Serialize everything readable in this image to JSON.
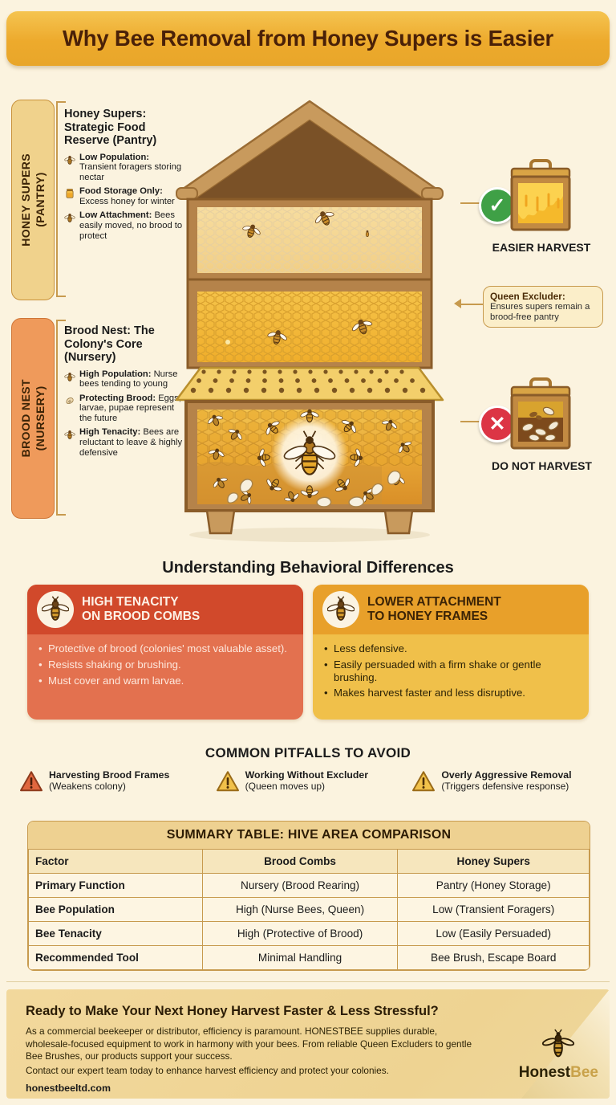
{
  "title": "Why Bee Removal from Honey Supers is Easier",
  "colors": {
    "banner_start": "#f5c451",
    "banner_end": "#e8a62a",
    "background": "#fbf3df",
    "red_card_header": "#d1492b",
    "red_card_body": "#e3714f",
    "orange_card_header": "#e8a02a",
    "orange_card_body": "#f0c04a",
    "supers_tab": "#f0d28c",
    "brood_tab": "#ef9a5b",
    "success_green": "#3fa046",
    "danger_red": "#dc3545",
    "border_gold": "#c79a4e"
  },
  "sections": {
    "supers": {
      "tab_label": "HONEY SUPERS\n(PANTRY)",
      "tab_line1": "HONEY SUPERS",
      "tab_line2": "(PANTRY)",
      "heading": "Honey Supers: Strategic Food Reserve (Pantry)",
      "bullets": [
        {
          "icon": "bee-icon",
          "title": "Low Population:",
          "text": "Transient foragers storing nectar"
        },
        {
          "icon": "honey-jar-icon",
          "title": "Food Storage Only:",
          "text": "Excess honey for winter"
        },
        {
          "icon": "bee-icon",
          "title": "Low Attachment:",
          "text": "Bees easily moved, no brood to protect"
        }
      ]
    },
    "brood": {
      "tab_line1": "BROOD NEST",
      "tab_line2": "(NURSERY)",
      "heading": "Brood Nest: The Colony's Core (Nursery)",
      "bullets": [
        {
          "icon": "bee-icon",
          "title": "High Population:",
          "text": "Nurse bees tending to young"
        },
        {
          "icon": "larva-icon",
          "title": "Protecting Brood:",
          "text": "Eggs, larvae, pupae represent the future"
        },
        {
          "icon": "bee-icon",
          "title": "High Tenacity:",
          "text": "Bees are reluctant to leave & highly defensive"
        }
      ]
    }
  },
  "right_callouts": {
    "easier_harvest_label": "EASIER HARVEST",
    "easier_harvest_badge": "✓",
    "do_not_harvest_label": "DO NOT HARVEST",
    "do_not_harvest_badge": "✕",
    "queen_excluder_title": "Queen Excluder:",
    "queen_excluder_body": "Ensures supers remain a brood-free pantry"
  },
  "behavioral": {
    "heading": "Understanding Behavioral Differences",
    "cards": [
      {
        "icon": "bee-icon",
        "title_line1": "HIGH TENACITY",
        "title_line2": "ON BROOD COMBS",
        "bullets": [
          "Protective of brood (colonies' most valuable asset).",
          "Resists shaking or brushing.",
          "Must cover and warm larvae."
        ]
      },
      {
        "icon": "bee-icon",
        "title_line1": "LOWER ATTACHMENT",
        "title_line2": "TO HONEY FRAMES",
        "bullets": [
          "Less defensive.",
          "Easily persuaded with a firm shake or gentle brushing.",
          "Makes harvest faster and less disruptive."
        ]
      }
    ]
  },
  "pitfalls": {
    "heading": "COMMON PITFALLS TO AVOID",
    "items": [
      {
        "icon": "warning-triangle-icon",
        "color": "#e0673f",
        "title": "Harvesting Brood Frames",
        "subtitle": "(Weakens colony)"
      },
      {
        "icon": "warning-triangle-icon",
        "color": "#f1c14a",
        "title": "Working Without Excluder",
        "subtitle": "(Queen moves up)"
      },
      {
        "icon": "warning-triangle-icon",
        "color": "#f1c14a",
        "title": "Overly Aggressive Removal",
        "subtitle": "(Triggers defensive response)"
      }
    ]
  },
  "summary_table": {
    "caption": "SUMMARY TABLE: HIVE AREA COMPARISON",
    "headers": [
      "Factor",
      "Brood Combs",
      "Honey Supers"
    ],
    "rows": [
      [
        "Primary Function",
        "Nursery (Brood Rearing)",
        "Pantry (Honey Storage)"
      ],
      [
        "Bee Population",
        "High (Nurse Bees, Queen)",
        "Low (Transient Foragers)"
      ],
      [
        "Bee Tenacity",
        "High (Protective of Brood)",
        "Low (Easily Persuaded)"
      ],
      [
        "Recommended Tool",
        "Minimal Handling",
        "Bee Brush, Escape Board"
      ]
    ]
  },
  "footer": {
    "heading": "Ready to Make Your Next Honey Harvest Faster & Less Stressful?",
    "paragraph1": "As a commercial beekeeper or distributor, efficiency is paramount. HONESTBEE supplies durable, wholesale-focused equipment to work in harmony with your bees. From reliable Queen Excluders to gentle Bee Brushes, our products support your success.",
    "paragraph2": "Contact our expert team today to enhance harvest efficiency and protect your colonies.",
    "url": "honestbeeltd.com",
    "brand_part1": "Honest",
    "brand_part2": "Bee"
  }
}
